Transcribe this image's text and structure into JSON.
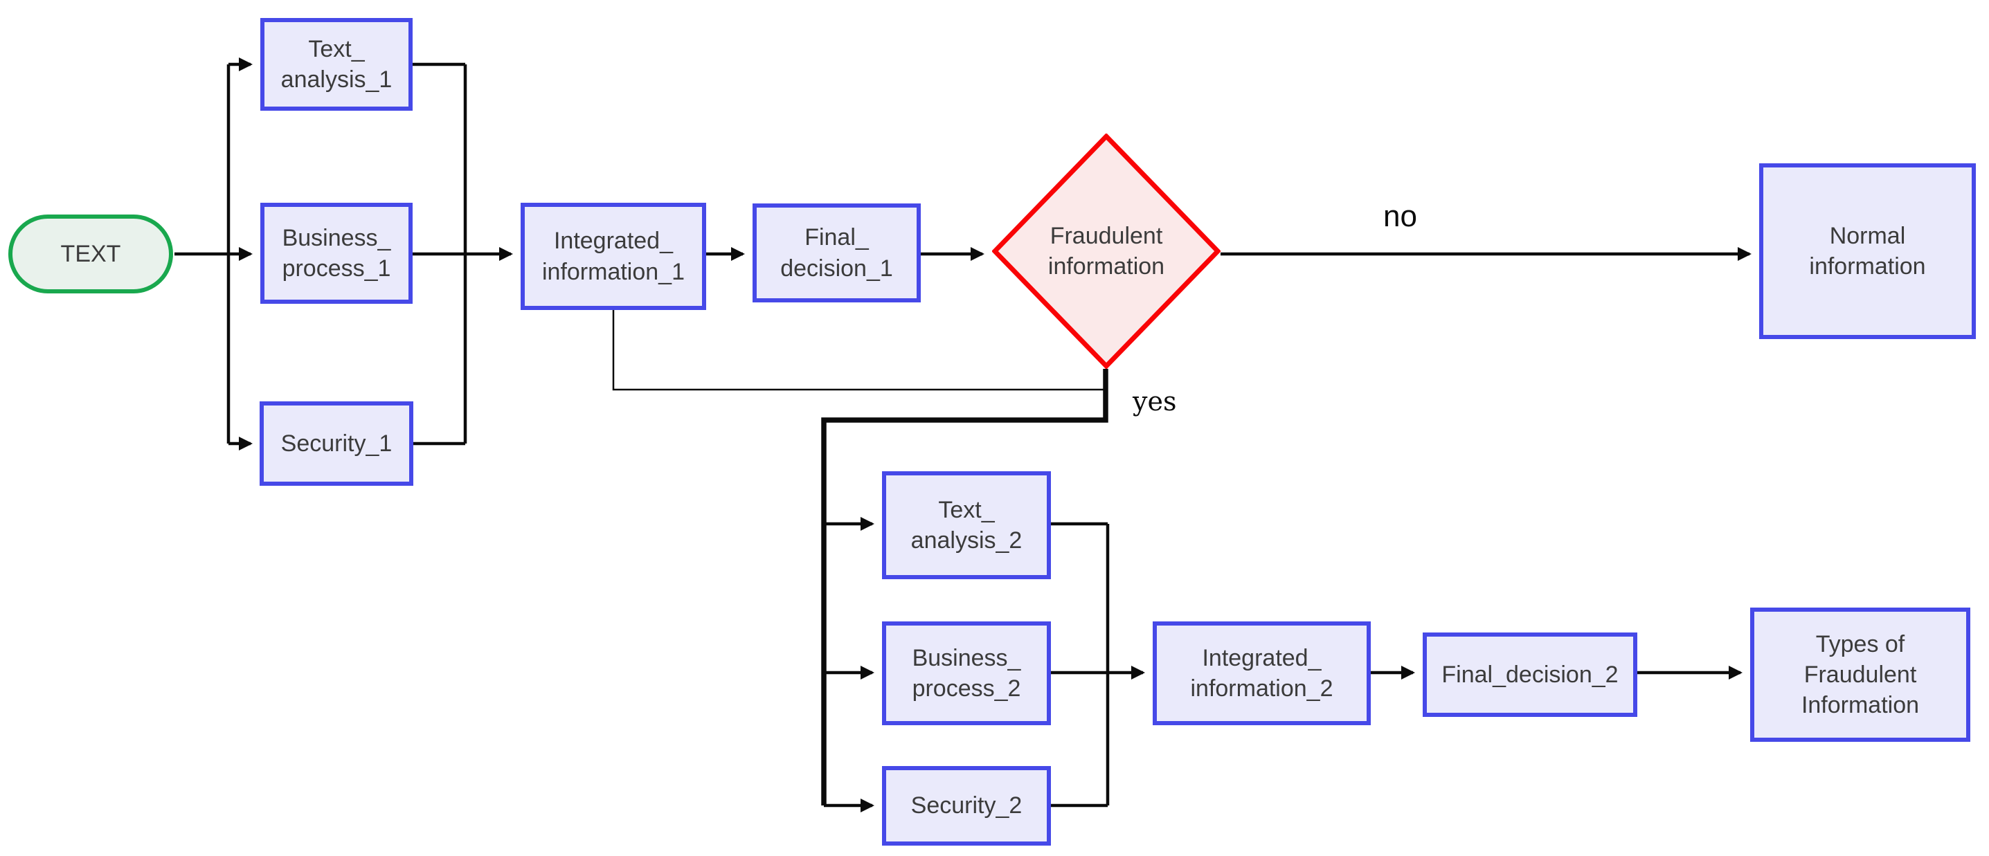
{
  "diagram": {
    "type": "flowchart",
    "direction": "left-to-right"
  },
  "nodes": {
    "start": {
      "label": "TEXT",
      "shape": "stadium",
      "border_color": "#19a84e",
      "fill_color": "#e9f2ec"
    },
    "text_analysis_1": {
      "label": "Text_\nanalysis_1",
      "shape": "rect",
      "border_color": "#4649e8",
      "fill_color": "#eaeafb"
    },
    "business_process_1": {
      "label": "Business_\nprocess_1",
      "shape": "rect",
      "border_color": "#4649e8",
      "fill_color": "#eaeafb"
    },
    "security_1": {
      "label": "Security_1",
      "shape": "rect",
      "border_color": "#4649e8",
      "fill_color": "#eaeafb"
    },
    "integrated_information_1": {
      "label": "Integrated_\ninformation_1",
      "shape": "rect",
      "border_color": "#4649e8",
      "fill_color": "#eaeafb"
    },
    "final_decision_1": {
      "label": "Final_\ndecision_1",
      "shape": "rect",
      "border_color": "#4649e8",
      "fill_color": "#eaeafb"
    },
    "fraudulent_information": {
      "label": "Fraudulent\ninformation",
      "shape": "diamond",
      "border_color": "#f90406",
      "fill_color": "#fbe9e9"
    },
    "normal_information": {
      "label": "Normal\ninformation",
      "shape": "rect",
      "border_color": "#4649e8",
      "fill_color": "#eaeafb"
    },
    "text_analysis_2": {
      "label": "Text_\nanalysis_2",
      "shape": "rect",
      "border_color": "#4649e8",
      "fill_color": "#eaeafb"
    },
    "business_process_2": {
      "label": "Business_\nprocess_2",
      "shape": "rect",
      "border_color": "#4649e8",
      "fill_color": "#eaeafb"
    },
    "security_2": {
      "label": "Security_2",
      "shape": "rect",
      "border_color": "#4649e8",
      "fill_color": "#eaeafb"
    },
    "integrated_information_2": {
      "label": "Integrated_\ninformation_2",
      "shape": "rect",
      "border_color": "#4649e8",
      "fill_color": "#eaeafb"
    },
    "final_decision_2": {
      "label": "Final_decision_2",
      "shape": "rect",
      "border_color": "#4649e8",
      "fill_color": "#eaeafb"
    },
    "types_of_fraudulent_information": {
      "label": "Types of\nFraudulent\nInformation",
      "shape": "rect",
      "border_color": "#4649e8",
      "fill_color": "#eaeafb"
    }
  },
  "edge_labels": {
    "no": "no",
    "yes": "yes"
  },
  "colors": {
    "edge": "#0b0b0b",
    "node_text": "#3b3b3b",
    "blue_border": "#4649e8",
    "lavender_fill": "#eaeafb",
    "green_border": "#19a84e",
    "green_fill": "#e9f2ec",
    "red_border": "#f90406",
    "pink_fill": "#fbe9e9",
    "background": "#ffffff"
  }
}
